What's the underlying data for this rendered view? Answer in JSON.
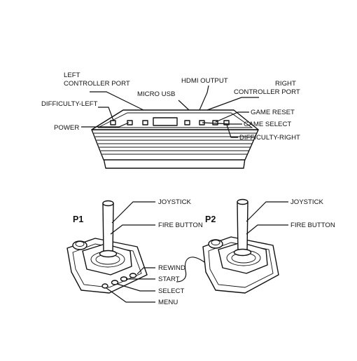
{
  "console": {
    "left_port_line1": "LEFT",
    "left_port_line2": "CONTROLLER PORT",
    "micro_usb": "MICRO USB",
    "hdmi_output": "HDMI OUTPUT",
    "right_port_line1": "RIGHT",
    "right_port_line2": "CONTROLLER PORT",
    "difficulty_left": "DIFFICULTY-LEFT",
    "power": "POWER",
    "game_reset": "GAME RESET",
    "game_select": "GAME SELECT",
    "difficulty_right": "DIFFICULTY-RIGHT"
  },
  "controller_p1": {
    "player": "P1",
    "joystick": "JOYSTICK",
    "fire_button": "FIRE BUTTON",
    "rewind": "REWIND",
    "start": "START",
    "select": "SELECT",
    "menu": "MENU"
  },
  "controller_p2": {
    "player": "P2",
    "joystick": "JOYSTICK",
    "fire_button": "FIRE BUTTON"
  }
}
